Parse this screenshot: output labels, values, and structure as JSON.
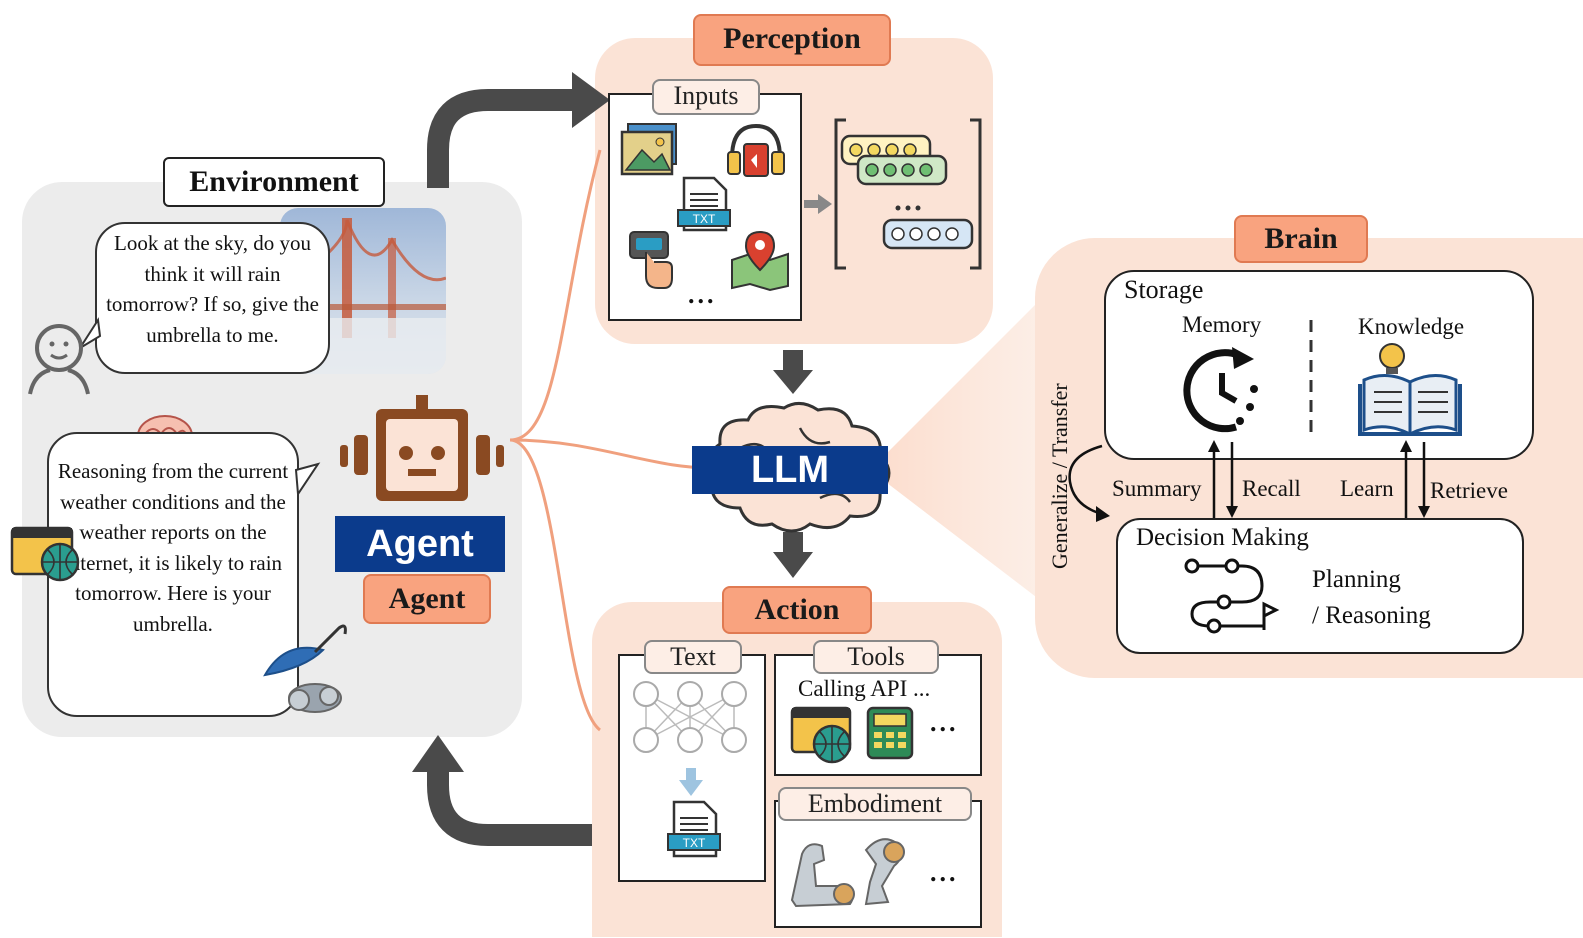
{
  "environment": {
    "title": "Environment",
    "user_speech": "Look at the sky, do you think it will rain tomorrow? If so, give the umbrella to me.",
    "agent_speech": "Reasoning from the current weather conditions and the weather reports on the internet, it is likely to rain tomorrow. Here is your umbrella."
  },
  "agent": {
    "tag": "Agent",
    "overlay_label": "Agent"
  },
  "perception": {
    "tag": "Perception",
    "inputs_label": "Inputs",
    "ellipsis": "...",
    "txt_icon_text": "TXT"
  },
  "llm": {
    "label": "LLM"
  },
  "action": {
    "tag": "Action",
    "text_label": "Text",
    "tools_label": "Tools",
    "calling_api": "Calling API ...",
    "embodiment_label": "Embodiment",
    "ellipsis": "...",
    "txt_icon_text": "TXT"
  },
  "brain": {
    "tag": "Brain",
    "storage": "Storage",
    "memory": "Memory",
    "knowledge": "Knowledge",
    "generalize": "Generalize / Transfer",
    "summary": "Summary",
    "recall": "Recall",
    "learn": "Learn",
    "retrieve": "Retrieve",
    "decision_making": "Decision Making",
    "planning": "Planning",
    "reasoning": "/ Reasoning"
  },
  "colors": {
    "accent_orange": "#f9a37f",
    "panel_peach": "#fbe3d6",
    "panel_gray": "#ececec",
    "llm_blue": "#0b3b8c",
    "arrow_gray": "#4a4a4a",
    "robot_brown": "#8a4a22"
  }
}
